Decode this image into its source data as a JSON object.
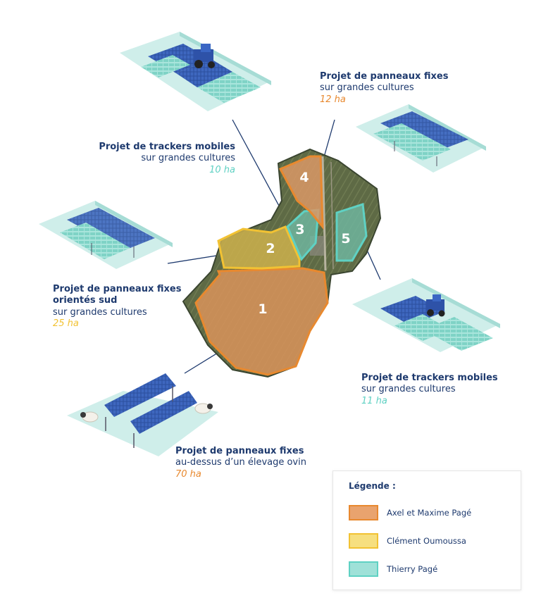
{
  "colors": {
    "orange": "#e8892f",
    "yellow": "#f2c233",
    "teal": "#5fd1c3",
    "navy": "#1e3a6e"
  },
  "zones": [
    {
      "number": "1",
      "owner": "Axel et Maxime Pagé"
    },
    {
      "number": "2",
      "owner": "Clément Oumoussa"
    },
    {
      "number": "3",
      "owner": "Thierry Pagé"
    },
    {
      "number": "4",
      "owner": "Axel et Maxime Pagé"
    },
    {
      "number": "5",
      "owner": "Thierry Pagé"
    }
  ],
  "callouts": {
    "zone4": {
      "title": "Projet de panneaux fixes",
      "subtitle": "sur grandes cultures",
      "area": "12 ha",
      "area_color": "#e8892f"
    },
    "zone3": {
      "title": "Projet de trackers mobiles",
      "subtitle": "sur grandes cultures",
      "area": "10 ha",
      "area_color": "#5fd1c3"
    },
    "zone2": {
      "title": "Projet de panneaux fixes",
      "title2": "orientés sud",
      "subtitle": "sur grandes cultures",
      "area": "25 ha",
      "area_color": "#f2c233"
    },
    "zone5": {
      "title": "Projet de trackers mobiles",
      "subtitle": "sur grandes cultures",
      "area": "11 ha",
      "area_color": "#5fd1c3"
    },
    "zone1": {
      "title": "Projet de panneaux fixes",
      "subtitle": "au-dessus d’un élevage ovin",
      "area": "70 ha",
      "area_color": "#e8892f"
    }
  },
  "legend": {
    "title": "Légende :",
    "items": [
      {
        "label": "Axel et Maxime Pagé",
        "color": "#e8892f"
      },
      {
        "label": "Clément Oumoussa",
        "color": "#f2c233"
      },
      {
        "label": "Thierry Pagé",
        "color": "#5fd1c3"
      }
    ]
  }
}
